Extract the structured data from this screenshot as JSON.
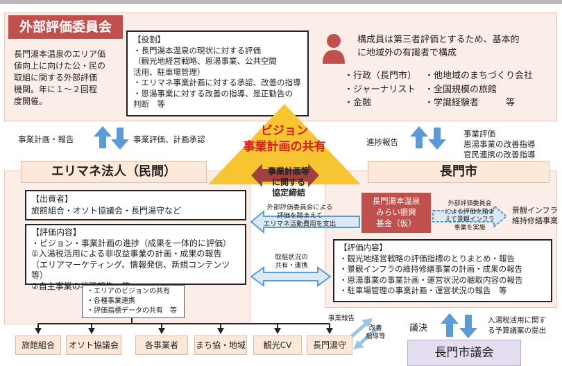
{
  "external_committee": {
    "title": "外部評価委員会",
    "description": "長門湯本温泉のエリア価\n値向上に向けた公・民の\n取組に関する外部評価\n機関。年に１～２回程\n度開催。",
    "role_box": "【役割】\n・長門湯本温泉の現状に対する評価\n（観光地経営戦略、恩湯事業、公共空間\n活用、駐車場管理）\n・エリマネ事業計画に対する承認、改善の指導\n・恩湯事業に対する改善の指導、是正勧告の\n判断　等",
    "members_desc": "構成員は第三者評価とするため、基本的\nに地域外の有識者で構成",
    "members_left": "・行政（長門市）\n・ジャーナリスト\n・金融",
    "members_right": "・他地域のまちづくり会社\n・全国規模の旅館\n・学識経験者　　　等"
  },
  "triangle": {
    "vision_text": "ビジョン\n事業計画の共有",
    "agreement": "事業計画等\nに関する\n協定締結"
  },
  "arrow_labels": {
    "plan_report": "事業計画・報告",
    "eval_approve": "事業評価、計画承認",
    "progress_report": "進捗報告",
    "city_eval": "事業評価\n恩湯事業の改善指導\n官民連携の改善指導"
  },
  "area_management": {
    "title": "エリマネ法人（民間）",
    "investors_box": "【出資者】\n旅館組合・オソト協議会・長門湯守など",
    "eval_box": "【評価内容】\n・ビジョン・事業計画の進捗（成果を一体的に評価）\n①入湯税活用による非収益事業の計画・成果の報告\n（エリアマーケティング、情報発信、新規コンテンツ等）\n②自主事業の状況報告　等"
  },
  "city": {
    "title": "長門市",
    "fund": "長門湯本温泉\nみらい振興\n基金（仮）",
    "ext_eval_label": "外部評価委員会\nによる評価を踏ま\nえて景観インフラ\n事業を実施",
    "landscape_label": "景観インフラ\n維持修繕事業",
    "eval_box": "【評価内容】\n・観光地経営戦略の評価指標のとりまとめ・報告\n・景観インフラの維持修繕事業の計画・成果の報告\n・恩湯事業の事業計画・運営状況の聴取内容の報告\n・駐車場管理の事業計画・運営状況の報告　等"
  },
  "middle": {
    "ext_fund_label": "外部評価委員会による\n評価を踏まえて\nエリマネ活動費用を支出",
    "share_label": "取組状況の\n共有・連携"
  },
  "bottom": {
    "share_box": "・エリアのビジョンの共有\n・各種事業連携\n・評価指標データの共有　等",
    "stakeholders": [
      "旅館組合",
      "オソト協議会",
      "各事業者",
      "まち協・地域",
      "観光CV",
      "長門湯守"
    ],
    "business_report": "事業報告",
    "improvement": "改善\n指導等",
    "resolution": "議決",
    "budget_note": "入湯税活用に関す\nる予算議案の提出",
    "council": "長門市議会"
  },
  "colors": {
    "accent_red": "#c0504d",
    "panel_pink": "#fbeee9",
    "arrow_blue": "#5b9bd5",
    "triangle_yellow": "#f7c531",
    "council_purple": "#e4def0"
  }
}
